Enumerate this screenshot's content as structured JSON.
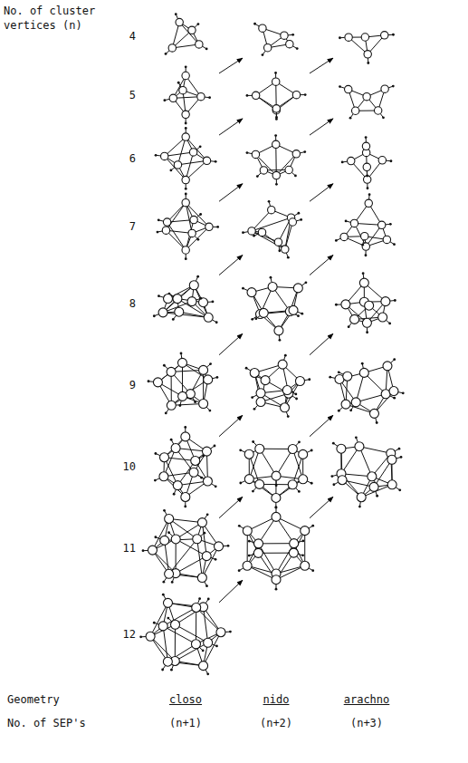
{
  "diagram": {
    "labels": [
      "No. of cluster vertices (n)",
      "4",
      "5",
      "6",
      "7",
      "8",
      "9",
      "10",
      "11",
      "12",
      "Geometry",
      "closo",
      "nido",
      "arachno",
      "No. of SEP's",
      "(n+1)",
      "(n+2)",
      "(n+3)"
    ]
  }
}
